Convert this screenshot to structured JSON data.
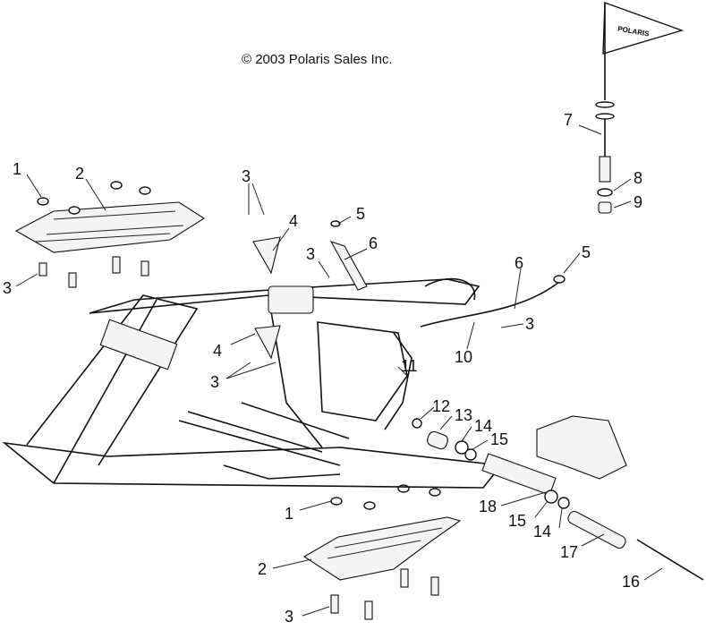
{
  "copyright": "© 2003 Polaris Sales Inc.",
  "flag_text": "POLARIS",
  "callouts": [
    {
      "id": "c1a",
      "label": "1"
    },
    {
      "id": "c2a",
      "label": "2"
    },
    {
      "id": "c3a",
      "label": "3"
    },
    {
      "id": "c3b",
      "label": "3"
    },
    {
      "id": "c4a",
      "label": "4"
    },
    {
      "id": "c5a",
      "label": "5"
    },
    {
      "id": "c3c",
      "label": "3"
    },
    {
      "id": "c6a",
      "label": "6"
    },
    {
      "id": "c7",
      "label": "7"
    },
    {
      "id": "c8",
      "label": "8"
    },
    {
      "id": "c9",
      "label": "9"
    },
    {
      "id": "c6b",
      "label": "6"
    },
    {
      "id": "c5b",
      "label": "5"
    },
    {
      "id": "c3d",
      "label": "3"
    },
    {
      "id": "c10",
      "label": "10"
    },
    {
      "id": "c4b",
      "label": "4"
    },
    {
      "id": "c3e",
      "label": "3"
    },
    {
      "id": "c11",
      "label": "11"
    },
    {
      "id": "c12",
      "label": "12"
    },
    {
      "id": "c13",
      "label": "13"
    },
    {
      "id": "c14a",
      "label": "14"
    },
    {
      "id": "c15a",
      "label": "15"
    },
    {
      "id": "c1b",
      "label": "1"
    },
    {
      "id": "c18",
      "label": "18"
    },
    {
      "id": "c15b",
      "label": "15"
    },
    {
      "id": "c14b",
      "label": "14"
    },
    {
      "id": "c17",
      "label": "17"
    },
    {
      "id": "c2b",
      "label": "2"
    },
    {
      "id": "c16",
      "label": "16"
    },
    {
      "id": "c3f",
      "label": "3"
    }
  ]
}
